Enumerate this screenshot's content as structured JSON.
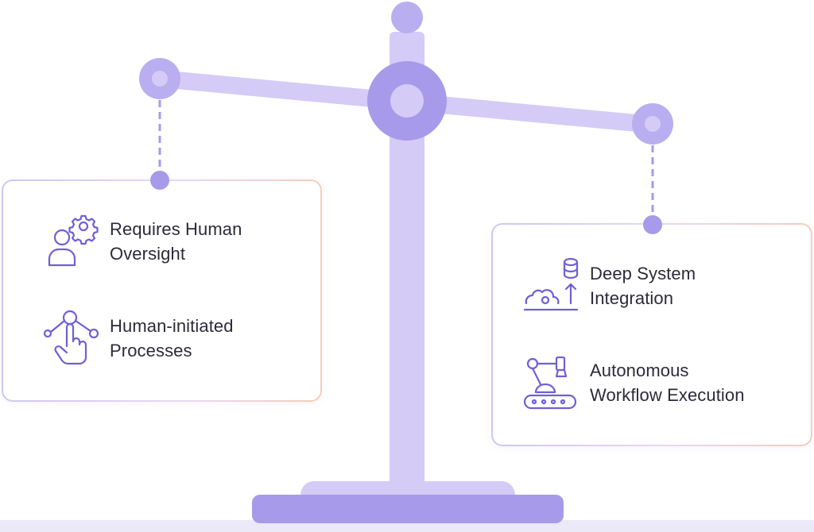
{
  "colors": {
    "scale_light": "#d4cbf6",
    "scale_mid": "#b9aeef",
    "scale_dark": "#a79aea",
    "icon_stroke": "#6f5fd6",
    "text": "#2c2a3a"
  },
  "left_pan": {
    "items": [
      {
        "lines": [
          "Requires Human",
          "Oversight"
        ],
        "icon": "user-gear-icon"
      },
      {
        "lines": [
          "Human-initiated",
          "Processes"
        ],
        "icon": "hand-pointer-network-icon"
      }
    ]
  },
  "right_pan": {
    "items": [
      {
        "lines": [
          "Deep System",
          "Integration"
        ],
        "icon": "database-gears-icon"
      },
      {
        "lines": [
          "Autonomous",
          "Workflow Execution"
        ],
        "icon": "robot-arm-conveyor-icon"
      }
    ]
  }
}
